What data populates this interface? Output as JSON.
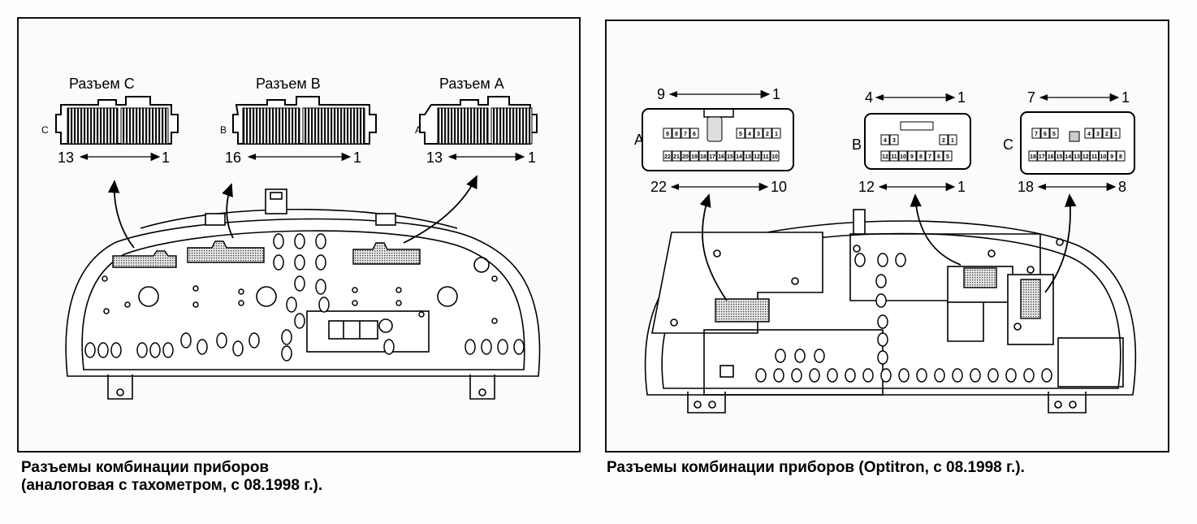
{
  "left": {
    "connector_c": {
      "title": "Разъем С",
      "side_letter": "C",
      "pin_left": "13",
      "pin_right": "1"
    },
    "connector_b": {
      "title": "Разъем В",
      "side_letter": "B",
      "pin_left": "16",
      "pin_right": "1"
    },
    "connector_a": {
      "title": "Разъем А",
      "side_letter": "A",
      "pin_left": "13",
      "pin_right": "1"
    },
    "caption_line1": "Разъемы комбинации приборов",
    "caption_line2": "(аналоговая с тахометром, с 08.1998 г.)."
  },
  "right": {
    "connector_a": {
      "letter": "A",
      "top_left": "9",
      "top_right": "1",
      "bottom_left": "22",
      "bottom_right": "10",
      "top_pins": [
        "9",
        "8",
        "7",
        "6",
        "5",
        "4",
        "3",
        "2",
        "1"
      ],
      "bottom_pins": [
        "22",
        "21",
        "20",
        "19",
        "18",
        "17",
        "16",
        "15",
        "14",
        "13",
        "12",
        "11",
        "10"
      ]
    },
    "connector_b": {
      "letter": "B",
      "top_left": "4",
      "top_right": "1",
      "bottom_left": "12",
      "bottom_right": "1",
      "top_pins": [
        "4",
        "3",
        "2",
        "1"
      ],
      "bottom_pins": [
        "12",
        "11",
        "10",
        "9",
        "8",
        "7",
        "6",
        "5"
      ]
    },
    "connector_c": {
      "letter": "C",
      "top_left": "7",
      "top_right": "1",
      "bottom_left": "18",
      "bottom_right": "8",
      "top_pins": [
        "7",
        "6",
        "5",
        "4",
        "3",
        "2",
        "1"
      ],
      "bottom_pins": [
        "18",
        "17",
        "16",
        "15",
        "14",
        "13",
        "12",
        "11",
        "10",
        "9",
        "8"
      ]
    },
    "caption": "Разъемы комбинации приборов (Optitron, с 08.1998 г.)."
  }
}
